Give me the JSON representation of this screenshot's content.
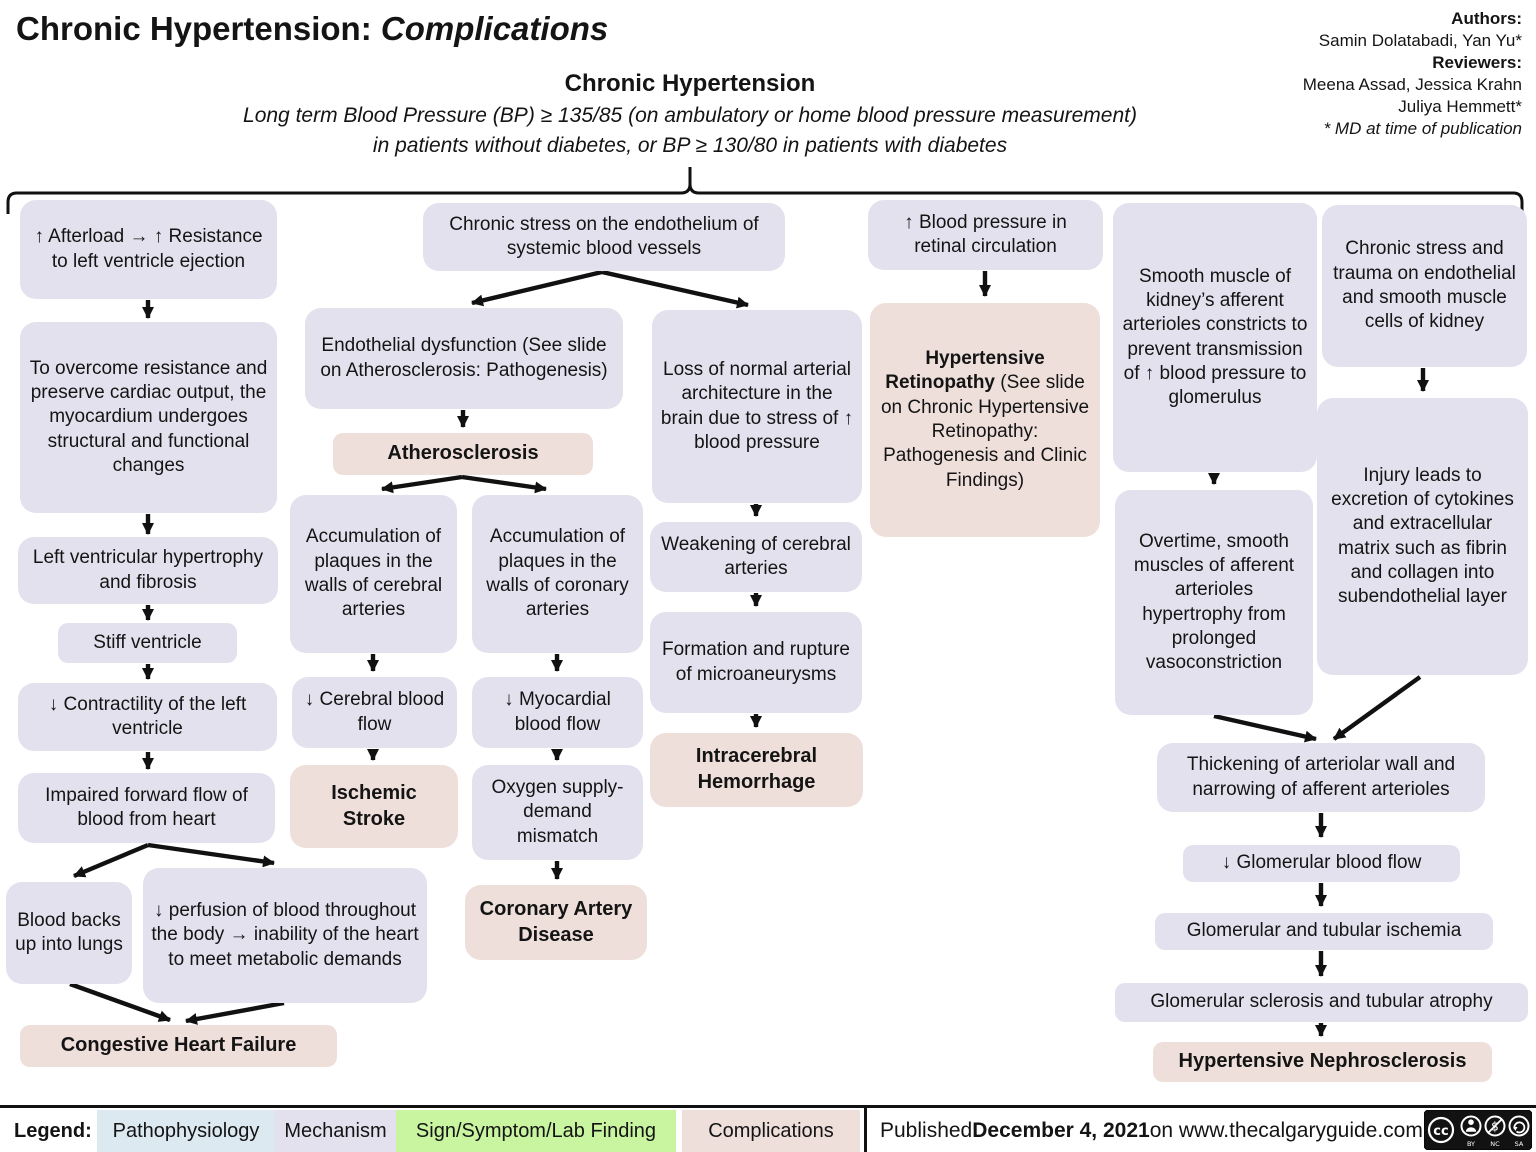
{
  "page": {
    "title_main": "Chronic Hypertension: ",
    "title_italic": "Complications"
  },
  "header": {
    "heading": "Chronic Hypertension",
    "definition_line1": "Long term Blood Pressure (BP) ≥ 135/85 (on ambulatory or home blood pressure measurement)",
    "definition_line2": "in patients without diabetes, or BP ≥ 130/80 in patients with diabetes"
  },
  "credits": {
    "authors_label": "Authors:",
    "authors_line1": "Samin Dolatabadi, Yan Yu*",
    "reviewers_label": "Reviewers:",
    "reviewers_line1": "Meena Assad, Jessica Krahn",
    "reviewers_line2": "Juliya Hemmett*",
    "note": "* MD at time of publication"
  },
  "boxes": {
    "a1": "↑ Afterload → ↑ Resistance to left ventricle ejection",
    "a2": "To overcome resistance and preserve cardiac output, the myocardium undergoes structural and functional changes",
    "a3": "Left ventricular hypertrophy and fibrosis",
    "a4": "Stiff ventricle",
    "a5": "↓ Contractility of the left ventricle",
    "a6": "Impaired forward flow of blood from heart",
    "a7": "Blood backs up into lungs",
    "a8": "↓ perfusion of blood throughout the body → inability of the heart to meet metabolic demands",
    "a9": "Congestive Heart Failure",
    "b1": "Chronic stress on the endothelium of systemic blood vessels",
    "b2": "Endothelial dysfunction (See slide on Atherosclerosis: Pathogenesis)",
    "b3": "Atherosclerosis",
    "b4": "Accumulation of plaques in the walls of cerebral arteries",
    "b5": "Accumulation of plaques in the walls of coronary arteries",
    "b6": "↓ Cerebral blood flow",
    "b7": "Ischemic Stroke",
    "b8": "↓ Myocardial blood flow",
    "b9": "Oxygen supply-demand mismatch",
    "b10": "Coronary Artery Disease",
    "d1": "Loss of normal arterial architecture in the brain due to stress of ↑ blood pressure",
    "d2": "Weakening of cerebral arteries",
    "d3": "Formation and rupture of microaneurysms",
    "d4": "Intracerebral Hemorrhage",
    "e1": "↑ Blood pressure in retinal circulation",
    "e2_bold": "Hypertensive Retinopathy",
    "e2_rest": " (See slide on Chronic Hypertensive Retinopathy: Pathogenesis and Clinic Findings)",
    "f1": "Smooth muscle of kidney’s afferent arterioles constricts to prevent transmission of ↑ blood pressure to glomerulus",
    "f2": "Overtime, smooth muscles of afferent arterioles hypertrophy from prolonged vasoconstriction",
    "g1": "Chronic stress and trauma on endothelial and smooth muscle cells of kidney",
    "g2": "Injury leads to excretion of cytokines and extracellular matrix such as fibrin and collagen into subendothelial layer",
    "h1": "Thickening of arteriolar wall and narrowing of afferent arterioles",
    "h2": "↓ Glomerular blood flow",
    "h3": "Glomerular and tubular ischemia",
    "h4": "Glomerular sclerosis and tubular atrophy",
    "h5": "Hypertensive Nephrosclerosis"
  },
  "legend": {
    "label": "Legend:",
    "items": [
      {
        "label": "Pathophysiology",
        "color": "#DCE9F0"
      },
      {
        "label": "Mechanism",
        "color": "#E4E1EE"
      },
      {
        "label": "Sign/Symptom/Lab Finding",
        "color": "#C9F5A1"
      },
      {
        "label": "Complications",
        "color": "#EEDFDB"
      }
    ]
  },
  "footer": {
    "published_prefix": "Published ",
    "published_date": "December 4, 2021",
    "published_suffix": " on www.thecalgaryguide.com",
    "license": {
      "cc": "cc",
      "by": "BY",
      "nc": "NC",
      "sa": "SA"
    }
  },
  "colors": {
    "mechanism_box": "#E4E1EE",
    "complication_box": "#EEDFDB",
    "arrow": "#111111"
  }
}
